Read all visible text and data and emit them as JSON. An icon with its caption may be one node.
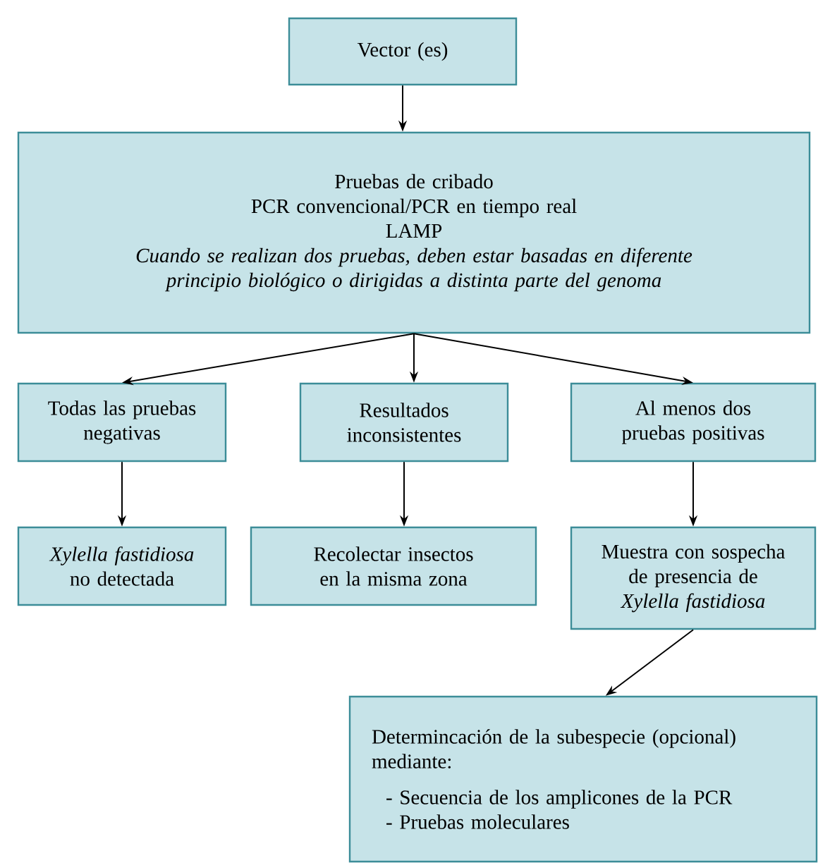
{
  "diagram": {
    "nodes": [
      {
        "text": [
          "Vector (es)"
        ]
      },
      {
        "text": [
          "Pruebas de cribado",
          "PCR convencional/PCR en tiempo real",
          "LAMP",
          "Cuando se realizan dos pruebas, deben estar basadas en diferente principio biológico o dirigidas a distinta parte del genoma"
        ]
      },
      {
        "text": [
          "Todas las pruebas negativas"
        ]
      },
      {
        "text": [
          "Resultados inconsistentes"
        ]
      },
      {
        "text": [
          "Al menos dos pruebas positivas"
        ]
      },
      {
        "text": [
          "*Xylella fastidiosa* no detectada"
        ]
      },
      {
        "text": [
          "Recolectar insectos en la misma zona"
        ]
      },
      {
        "text": [
          "Muestra con sospecha de presencia de *Xylella fastidiosa*"
        ]
      },
      {
        "text": [
          "Determincación de la subespecie (opcional) mediante:",
          "- Secuencia de los amplicones de la PCR",
          "- Pruebas moleculares"
        ]
      }
    ],
    "edges": [
      {
        "from": 0,
        "to": 1,
        "arrow": "to"
      },
      {
        "from": 1,
        "to": 2,
        "arrow": "to"
      },
      {
        "from": 1,
        "to": 3,
        "arrow": "to"
      },
      {
        "from": 1,
        "to": 4,
        "arrow": "to"
      },
      {
        "from": 2,
        "to": 5,
        "arrow": "to"
      },
      {
        "from": 3,
        "to": 6,
        "arrow": "to"
      },
      {
        "from": 4,
        "to": 7,
        "arrow": "to"
      },
      {
        "from": 7,
        "to": 8,
        "arrow": "to"
      }
    ]
  }
}
